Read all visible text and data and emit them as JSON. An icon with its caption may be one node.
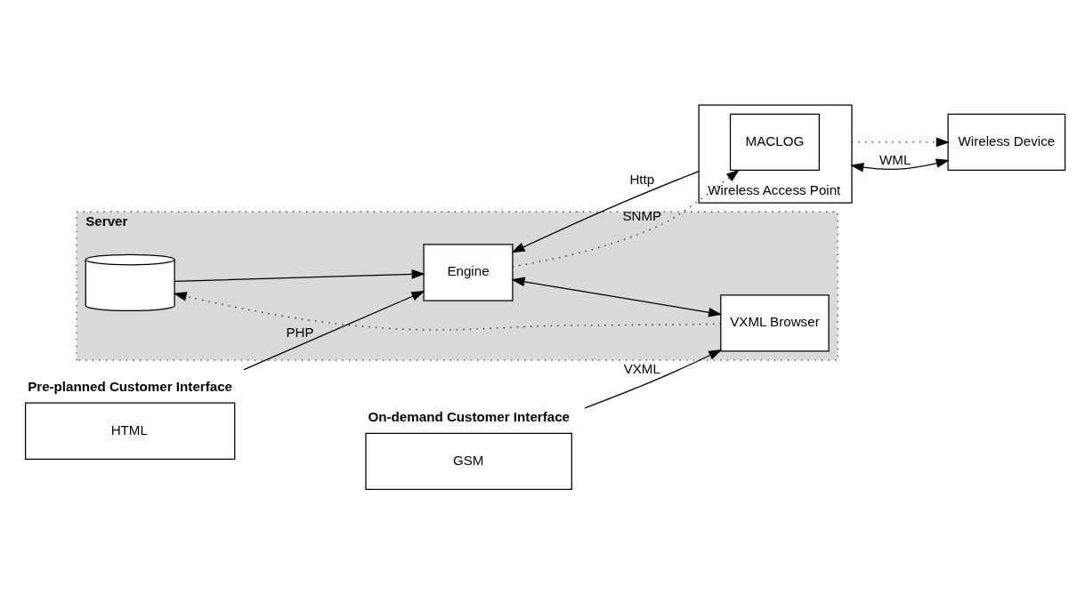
{
  "diagram": {
    "nodes": [
      {
        "text": [
          "Server"
        ]
      },
      {
        "text": [],
        "shape": "cylinder",
        "in": 0
      },
      {
        "text": [
          "Engine"
        ],
        "in": 0
      },
      {
        "text": [
          "VXML Browser"
        ],
        "in": 0
      },
      {
        "text": [
          "HTML"
        ],
        "beside": [
          "Pre-planned Customer Interface"
        ]
      },
      {
        "text": [
          "GSM"
        ],
        "beside": [
          "On-demand Customer Interface"
        ]
      },
      {
        "text": [
          "Wireless Device"
        ]
      },
      {
        "text": [
          "Wireless Access Point"
        ]
      },
      {
        "text": [
          "MACLOG"
        ],
        "in": 7
      }
    ],
    "edges": [
      {
        "from": 1,
        "to": 2,
        "arrow": "to"
      },
      {
        "from": 3,
        "to": 1,
        "arrow": "to",
        "style": "dashed"
      },
      {
        "from": 4,
        "to": 2,
        "arrow": "to",
        "label": "PHP"
      },
      {
        "from": 2,
        "to": 3,
        "arrow": "both"
      },
      {
        "from": 5,
        "to": 3,
        "arrow": "to",
        "label": "VXML"
      },
      {
        "from": 2,
        "to": 8,
        "arrow": "to",
        "label": "SNMP",
        "style": "dashed"
      },
      {
        "from": 7,
        "to": 2,
        "arrow": "to",
        "label": "Http"
      },
      {
        "from": 7,
        "to": 6,
        "arrow": "to",
        "style": "dashed"
      },
      {
        "from": 7,
        "to": 6,
        "arrow": "both",
        "label": "WML"
      }
    ]
  }
}
